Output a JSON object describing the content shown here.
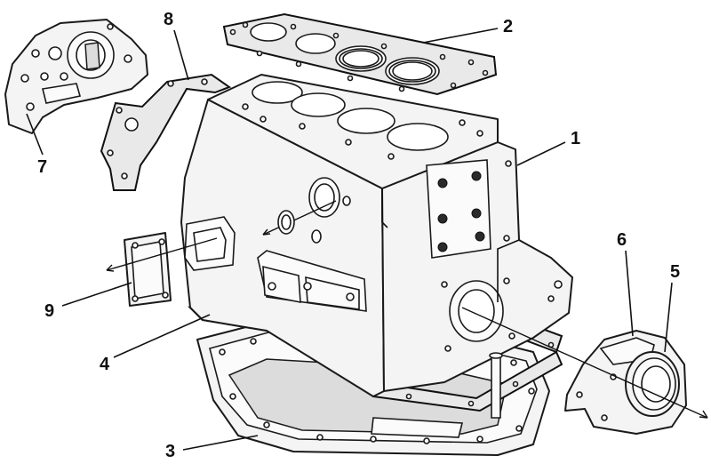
{
  "callouts": {
    "c1": "1",
    "c2": "2",
    "c3": "3",
    "c4": "4",
    "c5": "5",
    "c6": "6",
    "c7": "7",
    "c8": "8",
    "c9": "9"
  },
  "parts": [
    {
      "number": "1",
      "icon": "cylinder-block-icon"
    },
    {
      "number": "2",
      "icon": "head-gasket-icon"
    },
    {
      "number": "3",
      "icon": "oil-pan-icon"
    },
    {
      "number": "4",
      "icon": "oil-pan-gasket-icon"
    },
    {
      "number": "5",
      "icon": "rear-oil-seal-icon"
    },
    {
      "number": "6",
      "icon": "rear-seal-housing-icon"
    },
    {
      "number": "7",
      "icon": "front-cover-icon"
    },
    {
      "number": "8",
      "icon": "front-cover-gasket-icon"
    },
    {
      "number": "9",
      "icon": "side-cover-icon"
    }
  ]
}
